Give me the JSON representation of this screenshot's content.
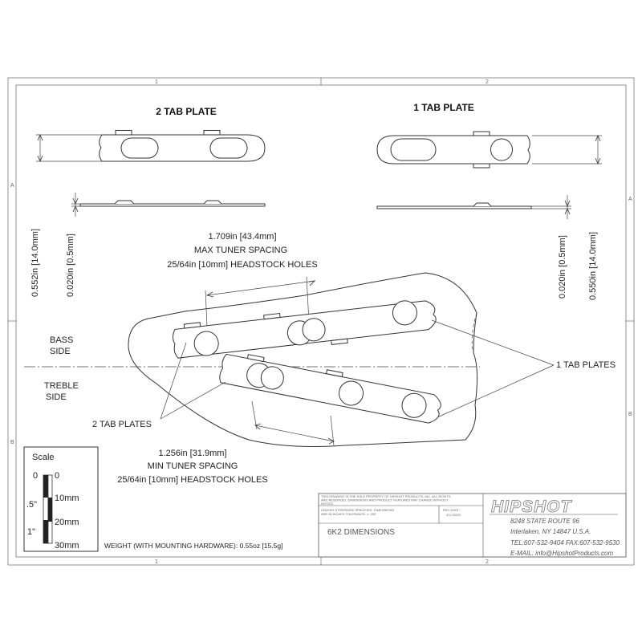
{
  "sheet": {
    "zone_numbers": [
      "1",
      "2"
    ],
    "zone_letters": [
      "A",
      "B"
    ]
  },
  "views": {
    "two_tab_title": "2 TAB PLATE",
    "one_tab_title": "1 TAB PLATE"
  },
  "dimensions": {
    "left_height": "0.552in",
    "left_height_mm": "14.0mm",
    "left_thickness": "0.020in",
    "left_thickness_mm": "0.5mm",
    "right_thickness": "0.020in",
    "right_thickness_mm": "0.5mm",
    "right_height": "0.550in",
    "right_height_mm": "14.0mm",
    "max_spacing_value": "1.709in",
    "max_spacing_mm": "43.4mm",
    "max_spacing_label": "MAX TUNER SPACING",
    "max_holes_note": "25/64in [10mm] HEADSTOCK HOLES",
    "min_spacing_value": "1.256in",
    "min_spacing_mm": "31.9mm",
    "min_spacing_label": "MIN TUNER SPACING",
    "min_holes_note": "25/64in [10mm] HEADSTOCK HOLES"
  },
  "labels": {
    "bass_line1": "BASS",
    "bass_line2": "SIDE",
    "treble_line1": "TREBLE",
    "treble_line2": "SIDE",
    "one_tab_plates": "1 TAB PLATES",
    "two_tab_plates": "2 TAB PLATES"
  },
  "scale": {
    "title": "Scale",
    "inch_labels": [
      "0",
      ".5\"",
      "1\""
    ],
    "mm_labels": [
      "0",
      "10mm",
      "20mm",
      "30mm"
    ]
  },
  "weight_note": "WEIGHT (WITH MOUNTING HARDWARE): 0.55oz [15.5g]",
  "title_block": {
    "property_note_1": "THIS DRAWING IS THE SOLE PROPERTY OF HIPSHOT PRODUCTS, INC. ALL RIGHTS",
    "property_note_2": "ARE RESERVED. DIMENSIONS AND PRODUCT FEATURES MAY CHANGE WITHOUT",
    "property_note_3": "NOTICE.",
    "tolerance_1": "UNLESS OTHERWISE SPECIFIED: DIMENSIONS",
    "tolerance_2": "ARE IN INCHES TOLERANCE: ± .005",
    "rev_label": "REV DATE:",
    "rev_date": "4/17/2020",
    "drawing_title": "6K2 DIMENSIONS",
    "logo_text": "HIPSHOT",
    "address_1": "8248 STATE ROUTE 96",
    "address_2": "Interlaken, NY 14847 U.S.A.",
    "phone": "TEL:607-532-9404 FAX:607-532-9530",
    "email": "E-MAIL: info@HipshotProducts.com"
  }
}
